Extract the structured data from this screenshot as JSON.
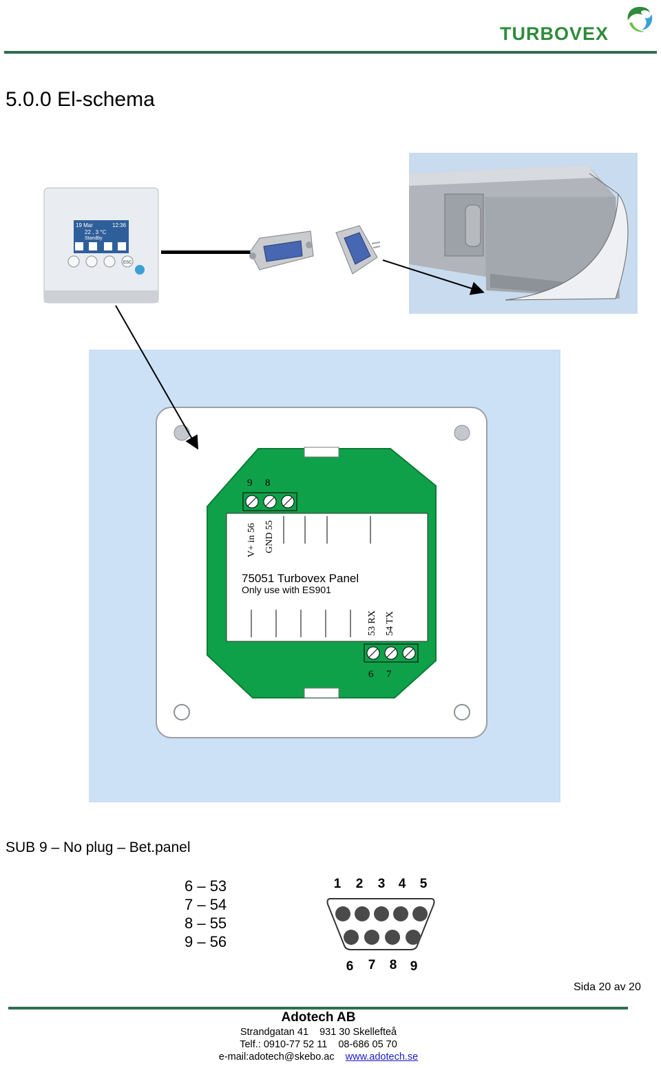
{
  "header": {
    "logo_text": "TURBOVEX",
    "accent": "#2e8b3a",
    "rule_color": "#2f6d52"
  },
  "title": "5.0.0 El-schema",
  "device": {
    "screen_top_left": "19 Mar",
    "screen_top_right": "12:36",
    "screen_temp": "22 , 3 °C",
    "screen_status": "Standby",
    "esc_label": "ESC"
  },
  "panel": {
    "terminal_top_labels": [
      "9",
      "8"
    ],
    "terminal_bottom_labels": [
      "6",
      "7"
    ],
    "vertical_labels": [
      "V+ in 56",
      "GND 55",
      "53 RX",
      "54 TX"
    ],
    "label_line1": "75051 Turbovex Panel",
    "label_line2": "Only use with ES901",
    "board_color": "#0fa14a",
    "background_color": "#cce0f6"
  },
  "sub_heading": "SUB 9 – No plug – Bet.panel",
  "mapping": [
    "6 – 53",
    "7 – 54",
    "8 – 55",
    "9 – 56"
  ],
  "dsub9": {
    "top_pins": [
      "1",
      "2",
      "3",
      "4",
      "5"
    ],
    "bottom_pins": [
      "6",
      "7",
      "8",
      "9"
    ]
  },
  "page": "Sida 20 av 20",
  "footer": {
    "company": "Adotech AB",
    "street": "Strandgatan 41",
    "city": "931 30 Skellefteå",
    "tel": "Telf.: 0910-77 52 11",
    "tel2": "08-686 05 70",
    "email": "e-mail:adotech@skebo.ac",
    "web": "www.adotech.se"
  }
}
